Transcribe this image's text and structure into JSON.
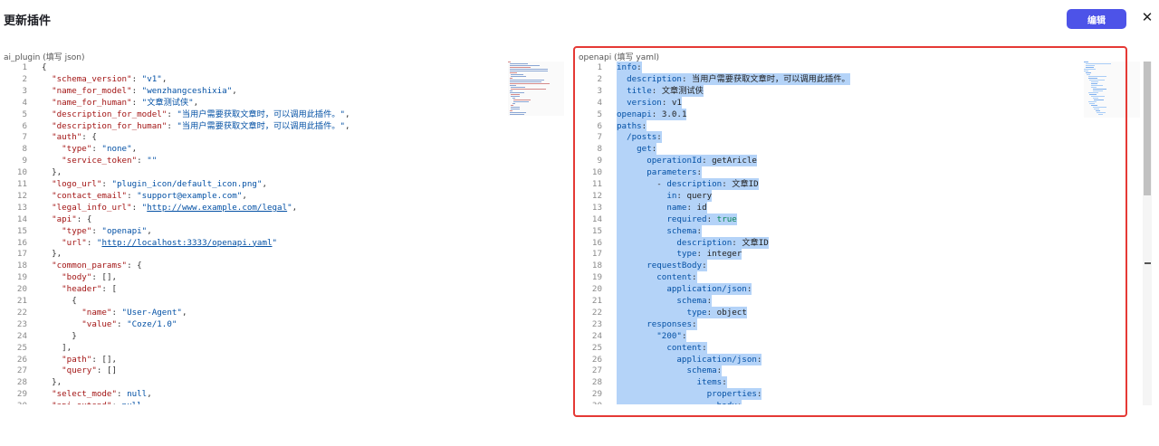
{
  "modal": {
    "title": "更新插件",
    "edit_label": "编辑",
    "close_glyph": "✕"
  },
  "left_editor": {
    "label": "ai_plugin (填写 json)",
    "lines": [
      [
        [
          "p",
          "{"
        ]
      ],
      [
        [
          "p",
          "  "
        ],
        [
          "k",
          "\"schema_version\""
        ],
        [
          "p",
          ": "
        ],
        [
          "s",
          "\"v1\""
        ],
        [
          "p",
          ","
        ]
      ],
      [
        [
          "p",
          "  "
        ],
        [
          "k",
          "\"name_for_model\""
        ],
        [
          "p",
          ": "
        ],
        [
          "s",
          "\"wenzhangceshixia\""
        ],
        [
          "p",
          ","
        ]
      ],
      [
        [
          "p",
          "  "
        ],
        [
          "k",
          "\"name_for_human\""
        ],
        [
          "p",
          ": "
        ],
        [
          "s",
          "\"文章测试侠\""
        ],
        [
          "p",
          ","
        ]
      ],
      [
        [
          "p",
          "  "
        ],
        [
          "k",
          "\"description_for_model\""
        ],
        [
          "p",
          ": "
        ],
        [
          "s",
          "\"当用户需要获取文章时，可以调用此插件。\""
        ],
        [
          "p",
          ","
        ]
      ],
      [
        [
          "p",
          "  "
        ],
        [
          "k",
          "\"description_for_human\""
        ],
        [
          "p",
          ": "
        ],
        [
          "s",
          "\"当用户需要获取文章时，可以调用此插件。\""
        ],
        [
          "p",
          ","
        ]
      ],
      [
        [
          "p",
          "  "
        ],
        [
          "k",
          "\"auth\""
        ],
        [
          "p",
          ": {"
        ]
      ],
      [
        [
          "p",
          "    "
        ],
        [
          "k",
          "\"type\""
        ],
        [
          "p",
          ": "
        ],
        [
          "s",
          "\"none\""
        ],
        [
          "p",
          ","
        ]
      ],
      [
        [
          "p",
          "    "
        ],
        [
          "k",
          "\"service_token\""
        ],
        [
          "p",
          ": "
        ],
        [
          "s",
          "\"\""
        ]
      ],
      [
        [
          "p",
          "  },"
        ]
      ],
      [
        [
          "p",
          "  "
        ],
        [
          "k",
          "\"logo_url\""
        ],
        [
          "p",
          ": "
        ],
        [
          "s",
          "\"plugin_icon/default_icon.png\""
        ],
        [
          "p",
          ","
        ]
      ],
      [
        [
          "p",
          "  "
        ],
        [
          "k",
          "\"contact_email\""
        ],
        [
          "p",
          ": "
        ],
        [
          "s",
          "\"support@example.com\""
        ],
        [
          "p",
          ","
        ]
      ],
      [
        [
          "p",
          "  "
        ],
        [
          "k",
          "\"legal_info_url\""
        ],
        [
          "p",
          ": "
        ],
        [
          "s",
          "\""
        ],
        [
          "u",
          "http://www.example.com/legal"
        ],
        [
          "s",
          "\""
        ],
        [
          "p",
          ","
        ]
      ],
      [
        [
          "p",
          "  "
        ],
        [
          "k",
          "\"api\""
        ],
        [
          "p",
          ": {"
        ]
      ],
      [
        [
          "p",
          "    "
        ],
        [
          "k",
          "\"type\""
        ],
        [
          "p",
          ": "
        ],
        [
          "s",
          "\"openapi\""
        ],
        [
          "p",
          ","
        ]
      ],
      [
        [
          "p",
          "    "
        ],
        [
          "k",
          "\"url\""
        ],
        [
          "p",
          ": "
        ],
        [
          "s",
          "\""
        ],
        [
          "u",
          "http://localhost:3333/openapi.yaml"
        ],
        [
          "s",
          "\""
        ]
      ],
      [
        [
          "p",
          "  },"
        ]
      ],
      [
        [
          "p",
          "  "
        ],
        [
          "k",
          "\"common_params\""
        ],
        [
          "p",
          ": {"
        ]
      ],
      [
        [
          "p",
          "    "
        ],
        [
          "k",
          "\"body\""
        ],
        [
          "p",
          ": [],"
        ]
      ],
      [
        [
          "p",
          "    "
        ],
        [
          "k",
          "\"header\""
        ],
        [
          "p",
          ": ["
        ]
      ],
      [
        [
          "p",
          "      {"
        ]
      ],
      [
        [
          "p",
          "        "
        ],
        [
          "k",
          "\"name\""
        ],
        [
          "p",
          ": "
        ],
        [
          "s",
          "\"User-Agent\""
        ],
        [
          "p",
          ","
        ]
      ],
      [
        [
          "p",
          "        "
        ],
        [
          "k",
          "\"value\""
        ],
        [
          "p",
          ": "
        ],
        [
          "s",
          "\"Coze/1.0\""
        ]
      ],
      [
        [
          "p",
          "      }"
        ]
      ],
      [
        [
          "p",
          "    ],"
        ]
      ],
      [
        [
          "p",
          "    "
        ],
        [
          "k",
          "\"path\""
        ],
        [
          "p",
          ": [],"
        ]
      ],
      [
        [
          "p",
          "    "
        ],
        [
          "k",
          "\"query\""
        ],
        [
          "p",
          ": []"
        ]
      ],
      [
        [
          "p",
          "  },"
        ]
      ],
      [
        [
          "p",
          "  "
        ],
        [
          "k",
          "\"select_mode\""
        ],
        [
          "p",
          ": "
        ],
        [
          "s",
          "null"
        ],
        [
          "p",
          ","
        ]
      ],
      [
        [
          "p",
          "  "
        ],
        [
          "k",
          "\"api_extend\""
        ],
        [
          "p",
          ": "
        ],
        [
          "s",
          "null"
        ]
      ]
    ]
  },
  "right_editor": {
    "label": "openapi (填写 yaml)",
    "lines": [
      [
        [
          "yk",
          "info"
        ],
        [
          "p",
          ":"
        ]
      ],
      [
        [
          "p",
          "  "
        ],
        [
          "yk",
          "description"
        ],
        [
          "p",
          ": "
        ],
        [
          "yv",
          "当用户需要获取文章时，可以调用此插件。"
        ]
      ],
      [
        [
          "p",
          "  "
        ],
        [
          "yk",
          "title"
        ],
        [
          "p",
          ": "
        ],
        [
          "yv",
          "文章测试侠"
        ]
      ],
      [
        [
          "p",
          "  "
        ],
        [
          "yk",
          "version"
        ],
        [
          "p",
          ": "
        ],
        [
          "yv",
          "v1"
        ]
      ],
      [
        [
          "yk",
          "openapi"
        ],
        [
          "p",
          ": "
        ],
        [
          "yv",
          "3.0.1"
        ]
      ],
      [
        [
          "yk",
          "paths"
        ],
        [
          "p",
          ":"
        ]
      ],
      [
        [
          "p",
          "  "
        ],
        [
          "yk",
          "/posts"
        ],
        [
          "p",
          ":"
        ]
      ],
      [
        [
          "p",
          "    "
        ],
        [
          "yk",
          "get"
        ],
        [
          "p",
          ":"
        ]
      ],
      [
        [
          "p",
          "      "
        ],
        [
          "yk",
          "operationId"
        ],
        [
          "p",
          ": "
        ],
        [
          "yv",
          "getAricle"
        ]
      ],
      [
        [
          "p",
          "      "
        ],
        [
          "yk",
          "parameters"
        ],
        [
          "p",
          ":"
        ]
      ],
      [
        [
          "p",
          "        - "
        ],
        [
          "yk",
          "description"
        ],
        [
          "p",
          ": "
        ],
        [
          "yv",
          "文章ID"
        ]
      ],
      [
        [
          "p",
          "          "
        ],
        [
          "yk",
          "in"
        ],
        [
          "p",
          ": "
        ],
        [
          "yv",
          "query"
        ]
      ],
      [
        [
          "p",
          "          "
        ],
        [
          "yk",
          "name"
        ],
        [
          "p",
          ": "
        ],
        [
          "yv",
          "id"
        ]
      ],
      [
        [
          "p",
          "          "
        ],
        [
          "yk",
          "required"
        ],
        [
          "p",
          ": "
        ],
        [
          "c",
          "true"
        ]
      ],
      [
        [
          "p",
          "          "
        ],
        [
          "yk",
          "schema"
        ],
        [
          "p",
          ":"
        ]
      ],
      [
        [
          "p",
          "            "
        ],
        [
          "yk",
          "description"
        ],
        [
          "p",
          ": "
        ],
        [
          "yv",
          "文章ID"
        ]
      ],
      [
        [
          "p",
          "            "
        ],
        [
          "yk",
          "type"
        ],
        [
          "p",
          ": "
        ],
        [
          "yv",
          "integer"
        ]
      ],
      [
        [
          "p",
          "      "
        ],
        [
          "yk",
          "requestBody"
        ],
        [
          "p",
          ":"
        ]
      ],
      [
        [
          "p",
          "        "
        ],
        [
          "yk",
          "content"
        ],
        [
          "p",
          ":"
        ]
      ],
      [
        [
          "p",
          "          "
        ],
        [
          "yk",
          "application/json"
        ],
        [
          "p",
          ":"
        ]
      ],
      [
        [
          "p",
          "            "
        ],
        [
          "yk",
          "schema"
        ],
        [
          "p",
          ":"
        ]
      ],
      [
        [
          "p",
          "              "
        ],
        [
          "yk",
          "type"
        ],
        [
          "p",
          ": "
        ],
        [
          "yv",
          "object"
        ]
      ],
      [
        [
          "p",
          "      "
        ],
        [
          "yk",
          "responses"
        ],
        [
          "p",
          ":"
        ]
      ],
      [
        [
          "p",
          "        "
        ],
        [
          "yk",
          "\"200\""
        ],
        [
          "p",
          ":"
        ]
      ],
      [
        [
          "p",
          "          "
        ],
        [
          "yk",
          "content"
        ],
        [
          "p",
          ":"
        ]
      ],
      [
        [
          "p",
          "            "
        ],
        [
          "yk",
          "application/json"
        ],
        [
          "p",
          ":"
        ]
      ],
      [
        [
          "p",
          "              "
        ],
        [
          "yk",
          "schema"
        ],
        [
          "p",
          ":"
        ]
      ],
      [
        [
          "p",
          "                "
        ],
        [
          "yk",
          "items"
        ],
        [
          "p",
          ":"
        ]
      ],
      [
        [
          "p",
          "                  "
        ],
        [
          "yk",
          "properties"
        ],
        [
          "p",
          ":"
        ]
      ],
      [
        [
          "p",
          "                    "
        ],
        [
          "yk",
          "body"
        ],
        [
          "p",
          ":"
        ]
      ]
    ]
  },
  "colors": {
    "accent": "#4d53e8",
    "highlight_border": "#e53935",
    "selection": "#b4d3f8"
  }
}
